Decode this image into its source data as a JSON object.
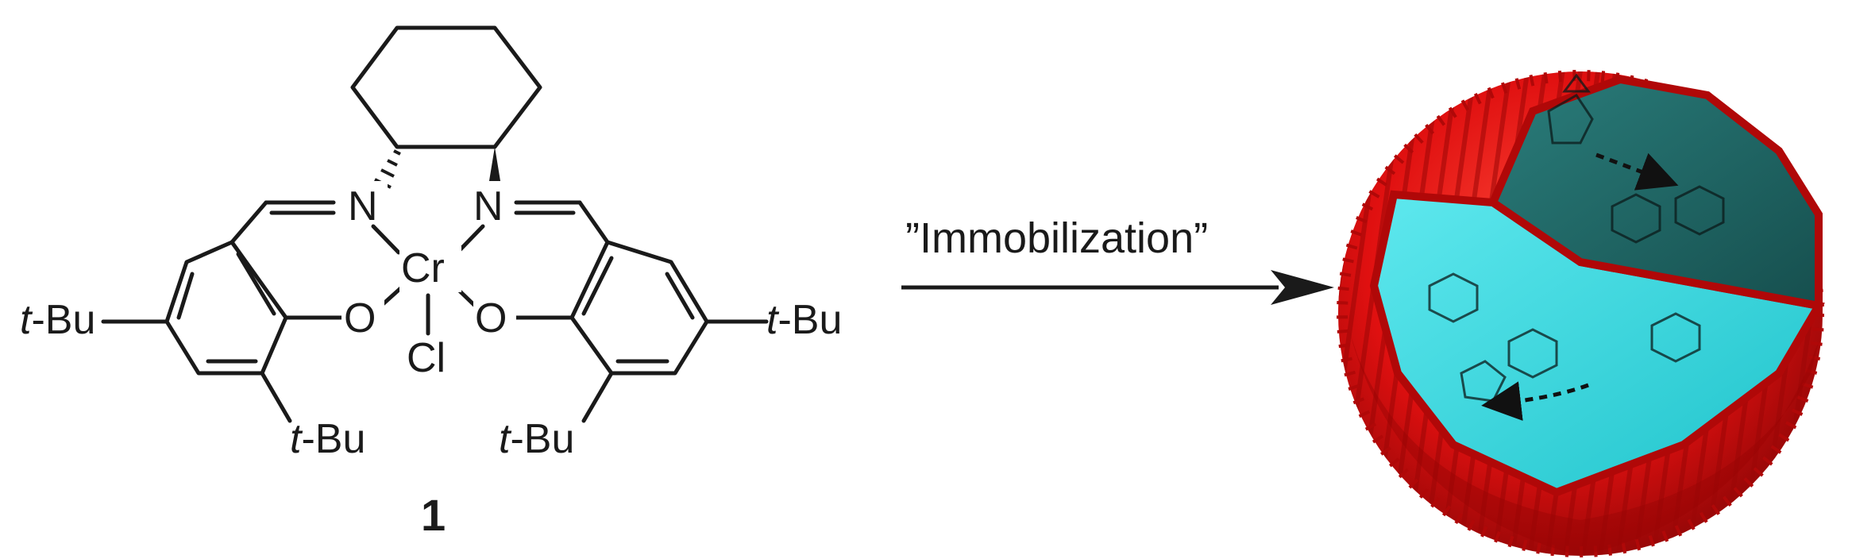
{
  "labels": {
    "n_left": "N",
    "n_right": "N",
    "metal": "Cr",
    "o_left": "O",
    "o_right": "O",
    "cl": "Cl",
    "tbu_prefix": "t",
    "tbu_suffix": "-Bu",
    "compound_number": "1",
    "arrow_caption": "”Immobilization”"
  },
  "colors": {
    "shell": "#e01010",
    "shell_dark": "#9a0505",
    "inner_light": "#33d6dc",
    "inner_dark": "#1f6b6a",
    "bond": "#1a1a1a"
  }
}
